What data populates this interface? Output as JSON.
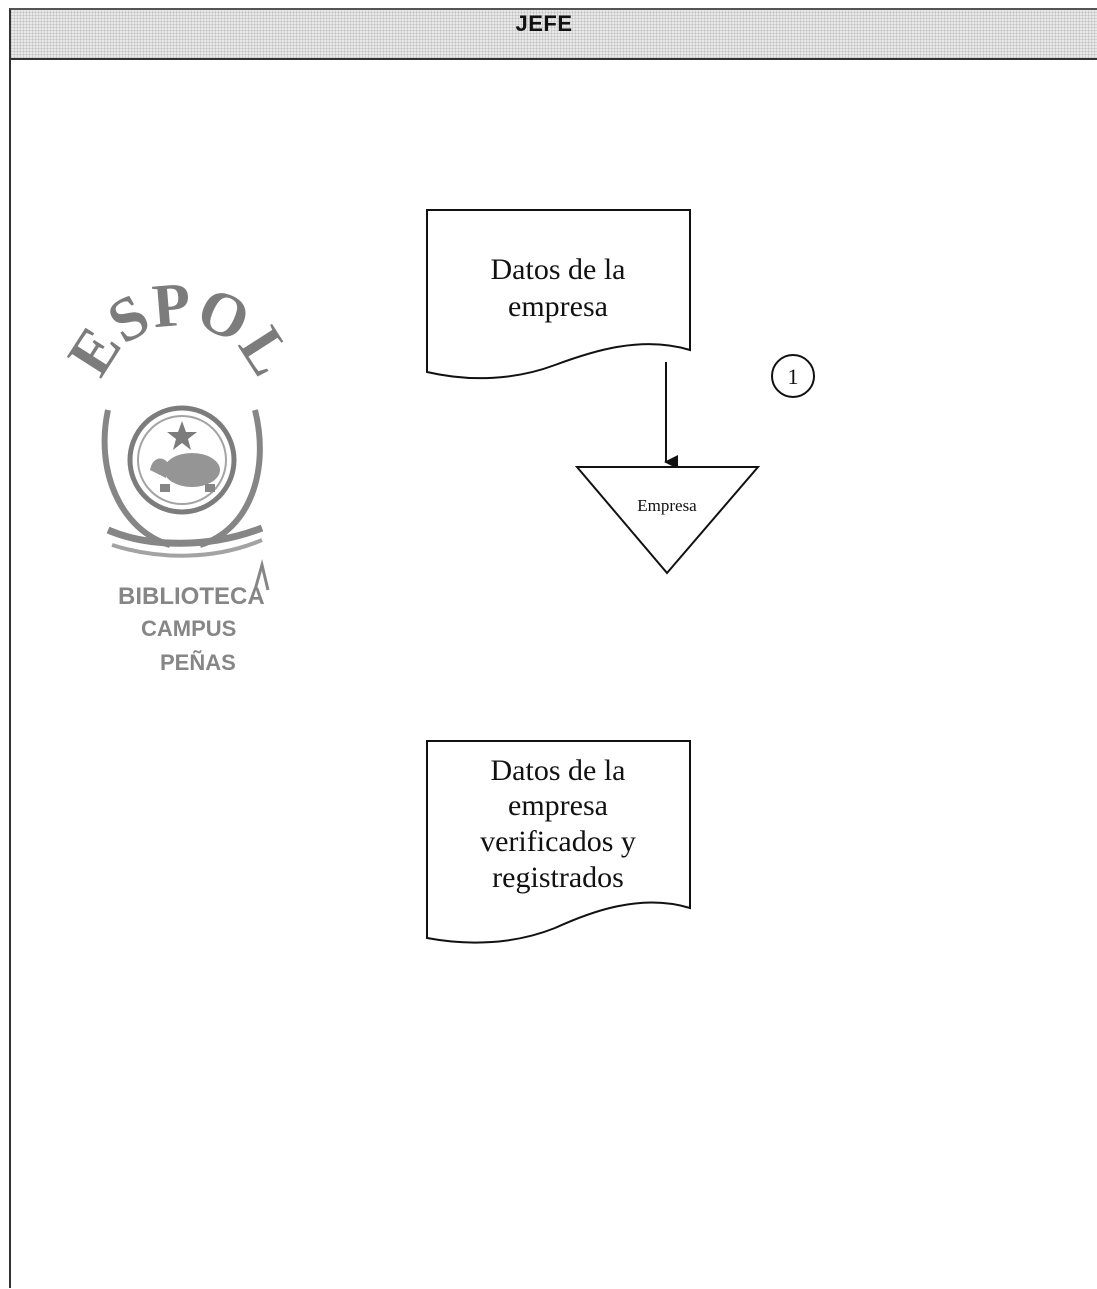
{
  "lane": {
    "title": "JEFE"
  },
  "document_1": {
    "lines": [
      "Datos de la",
      "empresa"
    ]
  },
  "connector": {
    "label": "1"
  },
  "archive": {
    "label": "Empresa"
  },
  "document_2": {
    "lines": [
      "Datos de la",
      "empresa",
      "verificados y",
      "registrados"
    ]
  },
  "stamp": {
    "arc_text": "ESPOL",
    "lines": [
      "BIBLIOTECA",
      "CAMPUS",
      "PEÑAS"
    ]
  },
  "colors": {
    "header_fill": "#e9e9e9",
    "stroke": "#111111",
    "stamp": "#7a7a7a"
  }
}
